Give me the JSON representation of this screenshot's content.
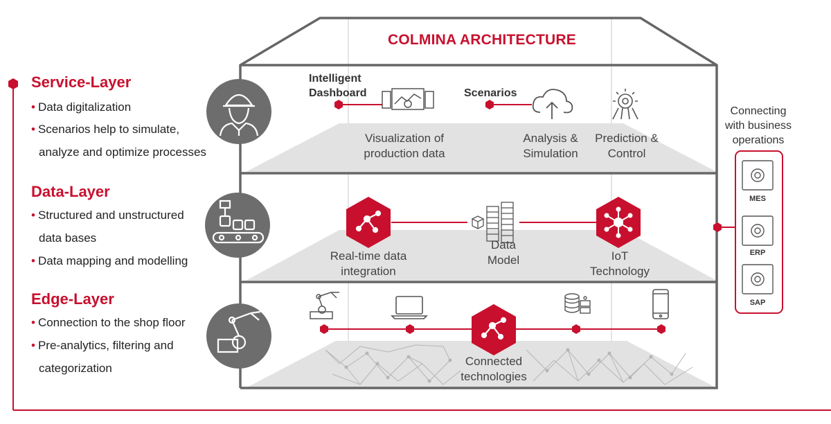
{
  "title": "COLMINA ARCHITECTURE",
  "layers": {
    "service": {
      "title": "Service-Layer",
      "bullets": [
        "Data digitalization",
        "Scenarios help to simulate,"
      ],
      "continuation": "analyze and optimize processes"
    },
    "data": {
      "title": "Data-Layer",
      "bullets": [
        "Structured and unstructured",
        "Data mapping and modelling"
      ],
      "continuation": "data bases"
    },
    "edge": {
      "title": "Edge-Layer",
      "bullets": [
        "Connection to the shop floor",
        "Pre-analytics, filtering and"
      ],
      "continuation": "categorization"
    }
  },
  "service_floor": {
    "dashboard_label": [
      "Intelligent",
      "Dashboard"
    ],
    "scenarios_label": "Scenarios",
    "visualization": [
      "Visualization of",
      "production data"
    ],
    "analysis": [
      "Analysis &",
      "Simulation"
    ],
    "prediction": [
      "Prediction &",
      "Control"
    ]
  },
  "data_floor": {
    "realtime": [
      "Real-time data",
      "integration"
    ],
    "data_model": [
      "Data",
      "Model"
    ],
    "iot": [
      "IoT",
      "Technology"
    ]
  },
  "edge_floor": {
    "connected": [
      "Connected",
      "technologies"
    ]
  },
  "business": {
    "heading": [
      "Connecting",
      "with business",
      "operations"
    ],
    "systems": [
      "MES",
      "ERP",
      "SAP"
    ]
  },
  "colors": {
    "accent": "#c8102e",
    "house": "#666666",
    "icon_circle": "#6d6d6d",
    "floor": "#e2e2e2"
  },
  "icons": [
    "worker-icon",
    "conveyor-icon",
    "robot-arm-icon",
    "dashboard-monitor-icon",
    "cloud-upload-icon",
    "chip-gear-icon",
    "network-hexagon-icon",
    "data-model-icon",
    "iot-hexagon-icon",
    "robot-small-icon",
    "laptop-icon",
    "database-icon",
    "smartphone-icon",
    "gear-cycle-icon"
  ]
}
